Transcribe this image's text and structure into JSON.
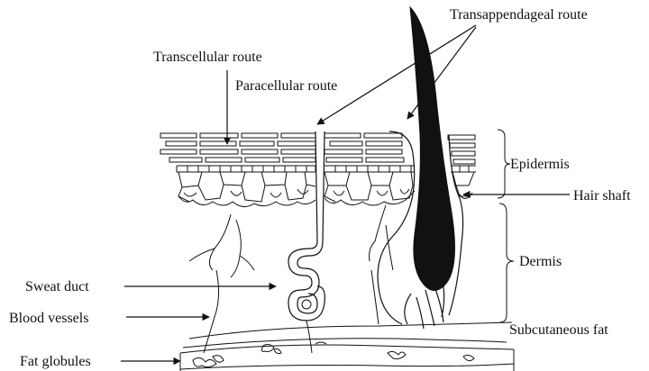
{
  "colors": {
    "ink": "#111111",
    "background": "#ffffff",
    "hair": "#111111"
  },
  "labels": {
    "transappendageal": "Transappendageal route",
    "transcellular": "Transcellular route",
    "paracellular": "Paracellular route",
    "epidermis": "Epidermis",
    "hair_shaft": "Hair shaft",
    "dermis": "Dermis",
    "sweat_duct": "Sweat duct",
    "blood_vessels": "Blood vessels",
    "subcutaneous_fat": "Subcutaneous fat",
    "fat_globules": "Fat globules"
  }
}
